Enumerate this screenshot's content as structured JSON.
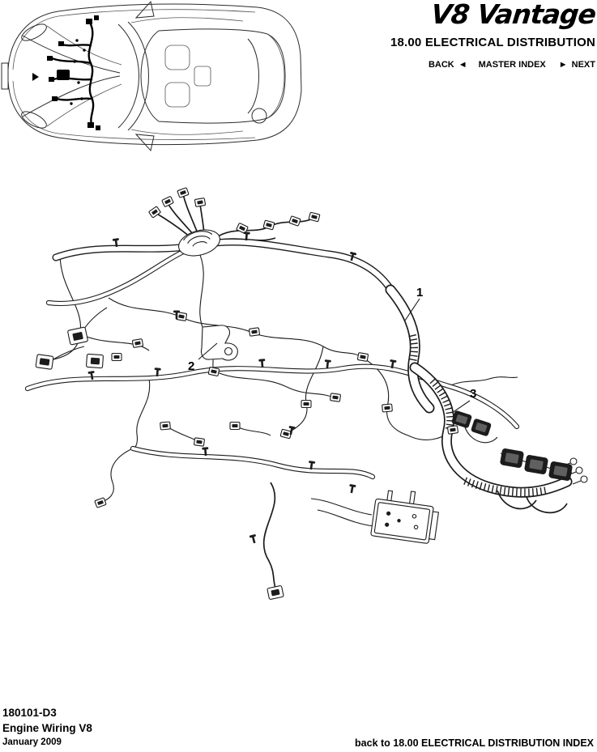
{
  "header": {
    "logo_text": "V8 Vantage",
    "section_title": "18.00 ELECTRICAL DISTRIBUTION",
    "nav": {
      "back_label": "BACK",
      "back_arrow": "◄",
      "master_index_label": "MASTER INDEX",
      "next_arrow": "►",
      "next_label": "NEXT"
    }
  },
  "figure": {
    "callouts": [
      {
        "label": "1"
      },
      {
        "label": "2"
      },
      {
        "label": "3"
      }
    ]
  },
  "footer": {
    "doc_number": "180101-D3",
    "doc_title": "Engine Wiring V8",
    "date": "January 2009",
    "index_link": "back to 18.00 ELECTRICAL DISTRIBUTION INDEX"
  }
}
